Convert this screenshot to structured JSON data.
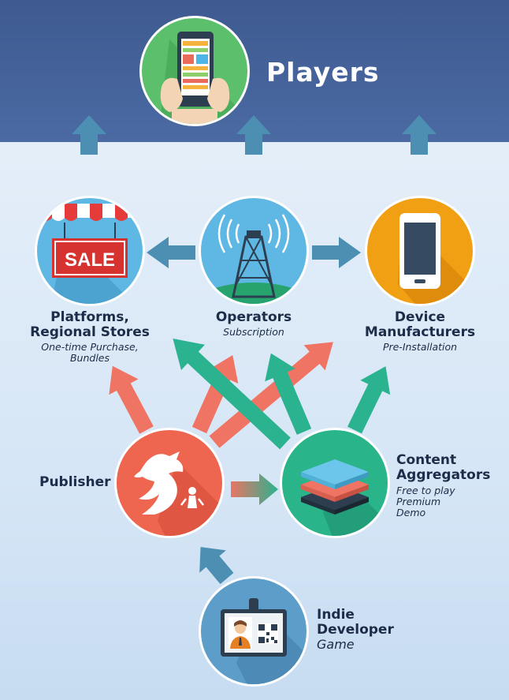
{
  "header": {
    "title": "Players"
  },
  "nodes": {
    "platforms": {
      "title_line1": "Platforms,",
      "title_line2": "Regional Stores",
      "subtitle_line1": "One-time Purchase,",
      "subtitle_line2": "Bundles",
      "sign_text": "SALE"
    },
    "operators": {
      "title": "Operators",
      "subtitle": "Subscription"
    },
    "device": {
      "title_line1": "Device",
      "title_line2": "Manufacturers",
      "subtitle": "Pre-Installation"
    },
    "publisher": {
      "title": "Publisher"
    },
    "aggregators": {
      "title_line1": "Content",
      "title_line2": "Aggregators",
      "subtitle_line1": "Free to play",
      "subtitle_line2": "Premium",
      "subtitle_line3": "Demo"
    },
    "indie": {
      "title_line1": "Indie",
      "title_line2": "Developer",
      "subtitle": "Game"
    }
  },
  "colors": {
    "header": "#4b6aa3",
    "arrow_blue": "#4c8fb3",
    "arrow_red": "#f07464",
    "arrow_green": "#2bb28f",
    "circle_platforms": "#5fb8e4",
    "circle_operators": "#5fb8e4",
    "circle_device": "#f2a013",
    "circle_publisher": "#ee6550",
    "circle_aggregators": "#29b48a",
    "circle_indie": "#5c9ec9",
    "circle_players": "#5bbf6c"
  }
}
